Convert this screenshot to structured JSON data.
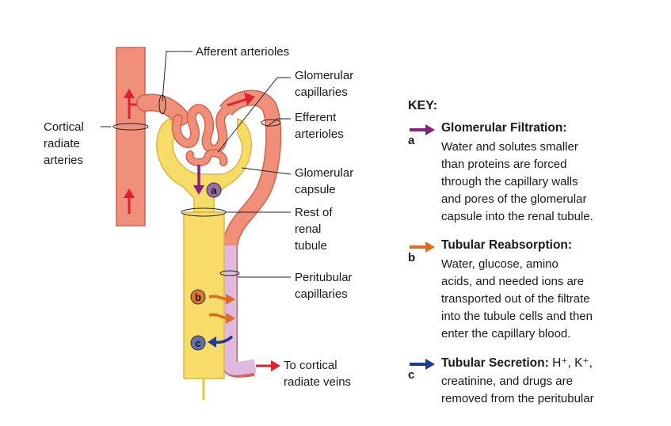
{
  "labels": {
    "afferent": "Afferent arterioles",
    "glomerular_capillaries": [
      "Glomerular",
      "capillaries"
    ],
    "cortical_radiate_arteries": [
      "Cortical",
      "radiate",
      "arteries"
    ],
    "efferent_arterioles": [
      "Efferent",
      "arterioles"
    ],
    "glomerular_capsule": [
      "Glomerular",
      "capsule"
    ],
    "rest_of_renal_tubule": [
      "Rest of",
      "renal",
      "tubule"
    ],
    "peritubular_capillaries": [
      "Peritubular",
      "capillaries"
    ],
    "to_veins": [
      "To cortical",
      "radiate veins"
    ]
  },
  "markers": {
    "a": "a",
    "b": "b",
    "c": "c"
  },
  "key": {
    "title": "KEY:",
    "entries": [
      {
        "letter": "a",
        "color": "#8b1e7a",
        "heading": "Glomerular Filtration:",
        "heading_extra": "",
        "lines": [
          "Water and solutes smaller",
          "than proteins are forced",
          "through the capillary walls",
          "and pores of the glomerular",
          "capsule into the renal tubule."
        ]
      },
      {
        "letter": "b",
        "color": "#e06a1e",
        "heading": "Tubular Reabsorption:",
        "heading_extra": "",
        "lines": [
          "Water, glucose, amino",
          "acids, and needed ions are",
          "transported out of the filtrate",
          "into the tubule cells and then",
          "enter the capillary blood."
        ]
      },
      {
        "letter": "c",
        "color": "#1f3a8f",
        "heading": "Tubular Secretion:",
        "heading_extra": " H⁺, K⁺,",
        "lines": [
          "creatinine, and drugs are",
          "removed from  the peritubular"
        ]
      }
    ]
  },
  "colors": {
    "vessel": "#f0907a",
    "vessel_dark": "#d2614d",
    "tubule": "#f7dc6a",
    "tubule_dark": "#d9b83a",
    "peritubular": "#e0b8e0",
    "red_arrow": "#e02030",
    "purple": "#8b1e7a",
    "orange": "#e06a1e",
    "blue": "#1f3a8f"
  }
}
